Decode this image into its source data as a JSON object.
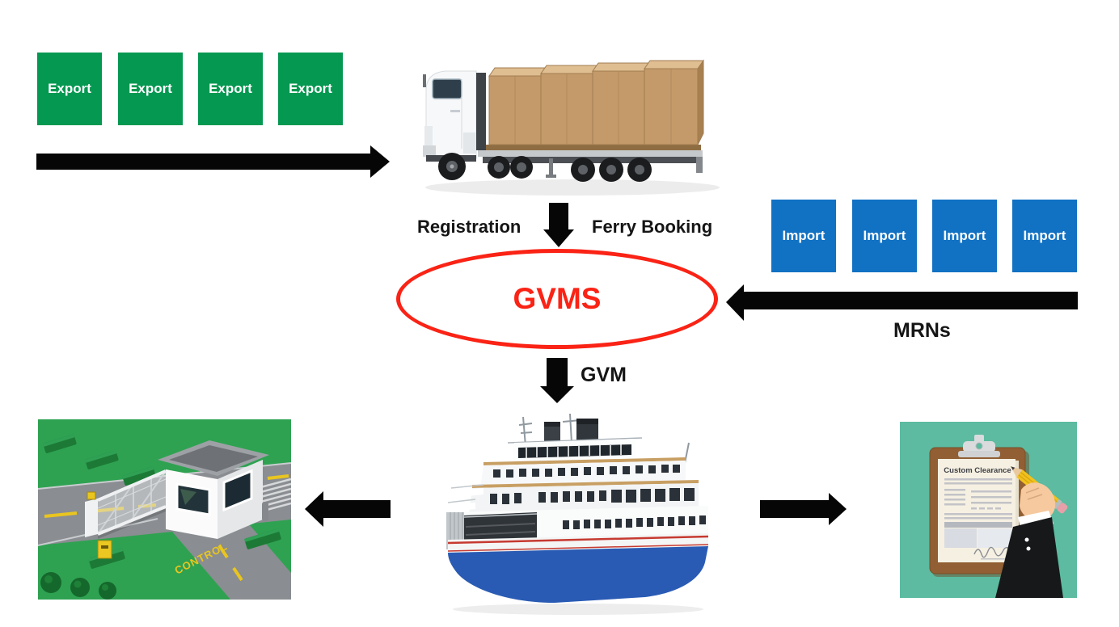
{
  "export_flow": {
    "boxes": [
      "Export",
      "Export",
      "Export",
      "Export"
    ]
  },
  "import_flow": {
    "boxes": [
      "Import",
      "Import",
      "Import",
      "Import"
    ]
  },
  "labels": {
    "registration": "Registration",
    "ferry_booking": "Ferry Booking",
    "gvms": "GVMS",
    "gvm": "GVM",
    "mrns": "MRNs"
  },
  "checkpoint": {
    "road_label": "CONTROL"
  },
  "customs": {
    "document_title": "Custom Clearance"
  },
  "colors": {
    "export_green": "#049851",
    "import_blue": "#1171C3",
    "gvms_red": "#FA2315",
    "arrow_black": "#060606",
    "customs_teal": "#5CBBA0",
    "checkpoint_grass": "#2EA251"
  }
}
